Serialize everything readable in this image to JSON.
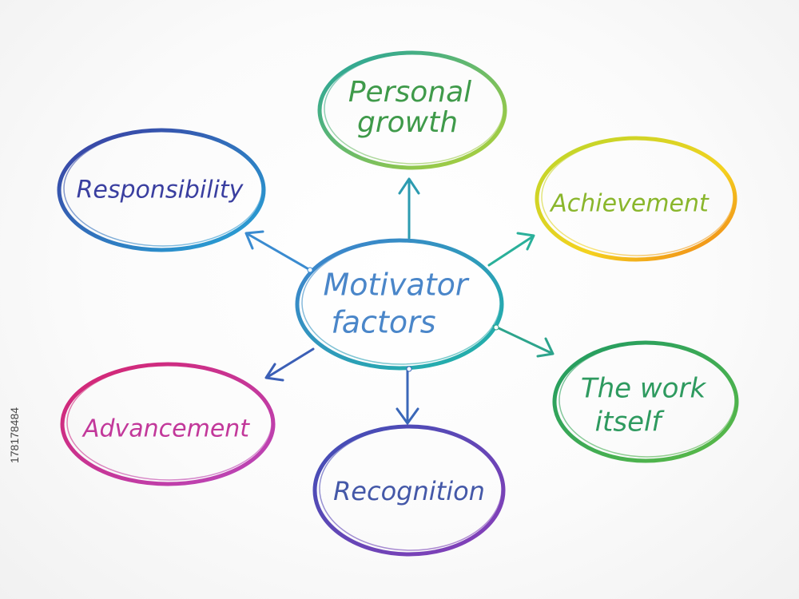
{
  "center": {
    "lines": [
      "Motivator",
      "factors"
    ],
    "color": "#4a86c9"
  },
  "nodes": [
    {
      "id": "personal-growth",
      "lines": [
        "Personal",
        "growth"
      ],
      "text_color": "#3f9a4a",
      "stroke": [
        "#1fa2a0",
        "#8bc34a"
      ]
    },
    {
      "id": "achievement",
      "lines": [
        "Achievement"
      ],
      "text_color": "#8ab62c",
      "stroke": [
        "#c9d92a",
        "#f39c12"
      ]
    },
    {
      "id": "work-itself",
      "lines": [
        "The work",
        "itself"
      ],
      "text_color": "#2e9a5f",
      "stroke": [
        "#26a65b",
        "#5cb85c"
      ]
    },
    {
      "id": "recognition",
      "lines": [
        "Recognition"
      ],
      "text_color": "#4458a8",
      "stroke": [
        "#3f51b5",
        "#7b3fb8"
      ]
    },
    {
      "id": "advancement",
      "lines": [
        "Advancement"
      ],
      "text_color": "#c2389a",
      "stroke": [
        "#c2185b",
        "#ab47bc"
      ]
    },
    {
      "id": "responsibility",
      "lines": [
        "Responsibility"
      ],
      "text_color": "#3a3fa0",
      "stroke": [
        "#3949ab",
        "#29a3d4"
      ]
    }
  ],
  "stock_id": "178178484"
}
